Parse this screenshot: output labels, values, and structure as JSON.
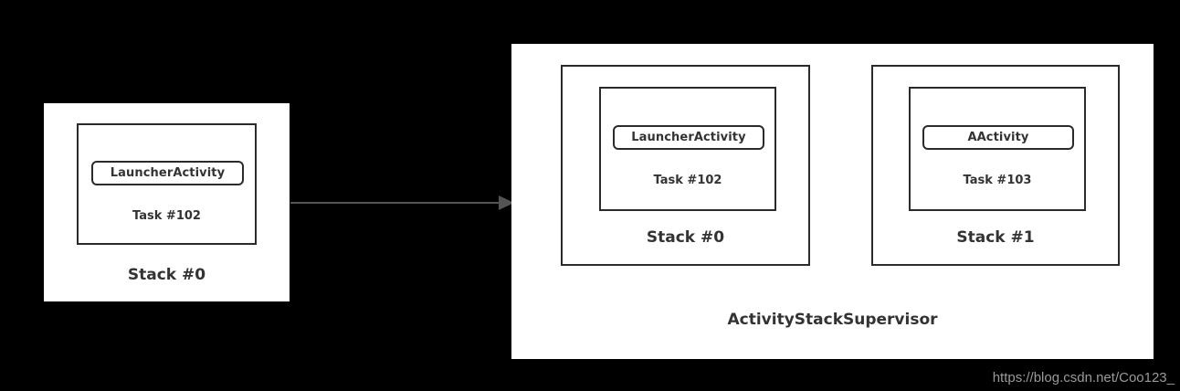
{
  "background_color": "#000000",
  "panel_color": "#ffffff",
  "stroke_color": "#2b2b2b",
  "text_color": "#333333",
  "arrow_color": "#545454",
  "watermark": {
    "text": "https://blog.csdn.net/Coo123_",
    "color": "#9a9a9a"
  },
  "before": {
    "stack": {
      "label": "Stack #0",
      "task": {
        "label": "Task #102",
        "activity": "LauncherActivity"
      }
    }
  },
  "arrow": {
    "name": "transition-arrow",
    "direction": "right"
  },
  "after": {
    "title": "ActivityStackSupervisor",
    "stacks": [
      {
        "label": "Stack #0",
        "task": {
          "label": "Task #102",
          "activity": "LauncherActivity"
        }
      },
      {
        "label": "Stack #1",
        "task": {
          "label": "Task #103",
          "activity": "AActivity"
        }
      }
    ]
  }
}
